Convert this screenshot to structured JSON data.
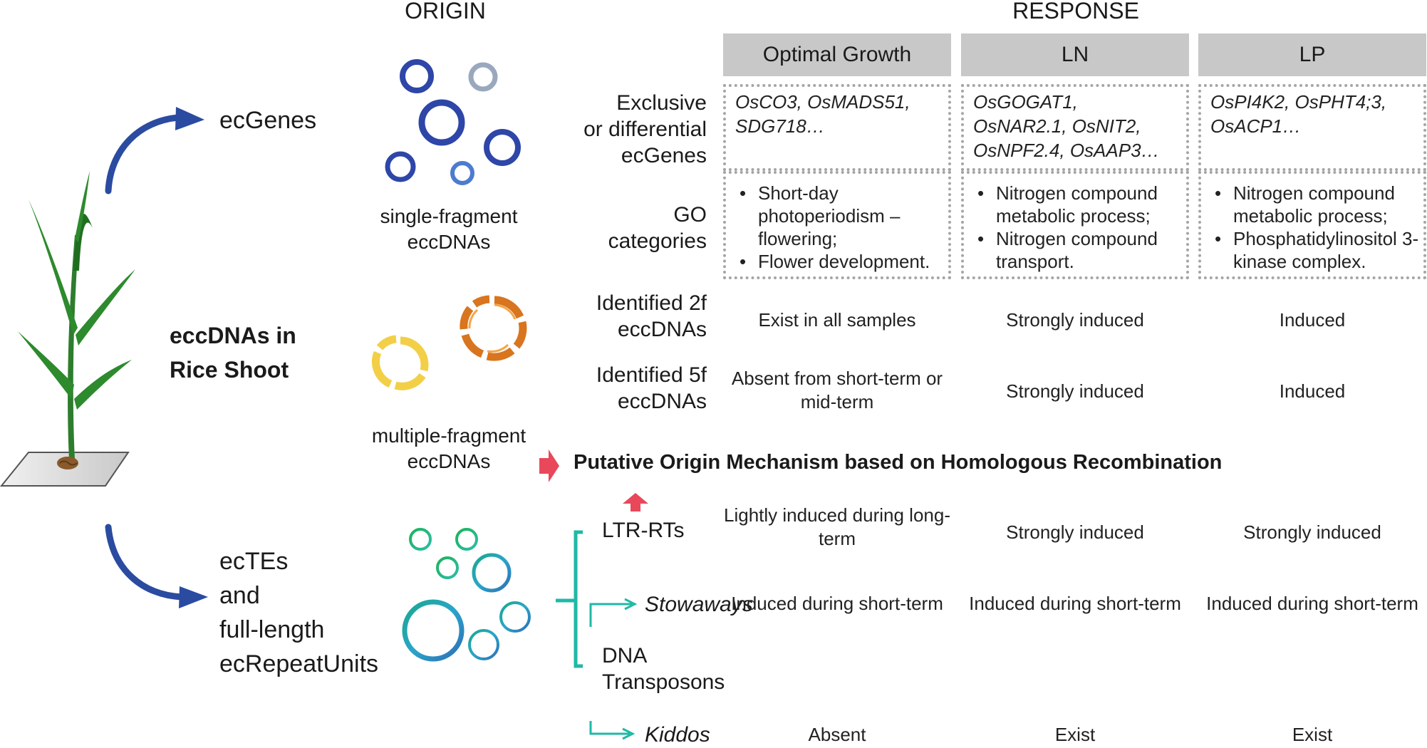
{
  "colors": {
    "blue_arrow": "#2a4ba0",
    "teal": "#1fb9a6",
    "red_arrow": "#e8485a",
    "header_fill": "#c8c8c8",
    "dotted_border": "#a5a5a5"
  },
  "icons": [
    "rice-plant-icon",
    "curved-arrow-icon",
    "eccdna-ring-icon",
    "fragmented-ring-icon",
    "red-arrow-icon",
    "bracket-icon"
  ],
  "left": {
    "ecgenes": "ecGenes",
    "title_line1": "eccDNAs in",
    "title_line2": "Rice Shoot",
    "ectes_lines": [
      "ecTEs",
      "and",
      "full-length",
      "ecRepeatUnits"
    ]
  },
  "origin": {
    "heading": "ORIGIN",
    "single_line1": "single-fragment",
    "single_line2": "eccDNAs",
    "multi_line1": "multiple-fragment",
    "multi_line2": "eccDNAs"
  },
  "response": {
    "heading": "RESPONSE",
    "columns": [
      "Optimal Growth",
      "LN",
      "LP"
    ],
    "row_labels": {
      "exclusive": [
        "Exclusive",
        "or differential",
        "ecGenes"
      ],
      "go": [
        "GO",
        "categories"
      ],
      "id2f": [
        "Identified 2f",
        "eccDNAs"
      ],
      "id5f": [
        "Identified 5f",
        "eccDNAs"
      ]
    },
    "exclusive_genes": [
      [
        "OsCO3, OsMADS51,",
        "SDG718…"
      ],
      [
        "OsGOGAT1,",
        "OsNAR2.1, OsNIT2,",
        "OsNPF2.4, OsAAP3…"
      ],
      [
        "OsPI4K2, OsPHT4;3,",
        "OsACP1…"
      ]
    ],
    "go_categories": [
      [
        "Short-day photoperiodism – flowering;",
        "Flower development."
      ],
      [
        "Nitrogen compound metabolic process;",
        "Nitrogen compound transport."
      ],
      [
        "Nitrogen compound metabolic process;",
        "Phosphatidylinositol 3-kinase complex."
      ]
    ],
    "identified_2f": [
      "Exist in all samples",
      "Strongly induced",
      "Induced"
    ],
    "identified_5f": [
      "Absent from short-term or mid-term",
      "Strongly induced",
      "Induced"
    ]
  },
  "mechanism": "Putative Origin Mechanism based on Homologous Recombination",
  "te_rows": {
    "ltr_label": "LTR-RTs",
    "ltr": [
      "Lightly induced during long-term",
      "Strongly induced",
      "Strongly induced"
    ],
    "stowaways_label": "Stowaways",
    "stowaways": [
      "Induced during short-term",
      "Induced during short-term",
      "Induced during short-term"
    ],
    "dna_label_line1": "DNA",
    "dna_label_line2": "Transposons",
    "kiddos_label": "Kiddos",
    "kiddos": [
      "Absent",
      "Exist",
      "Exist"
    ]
  }
}
